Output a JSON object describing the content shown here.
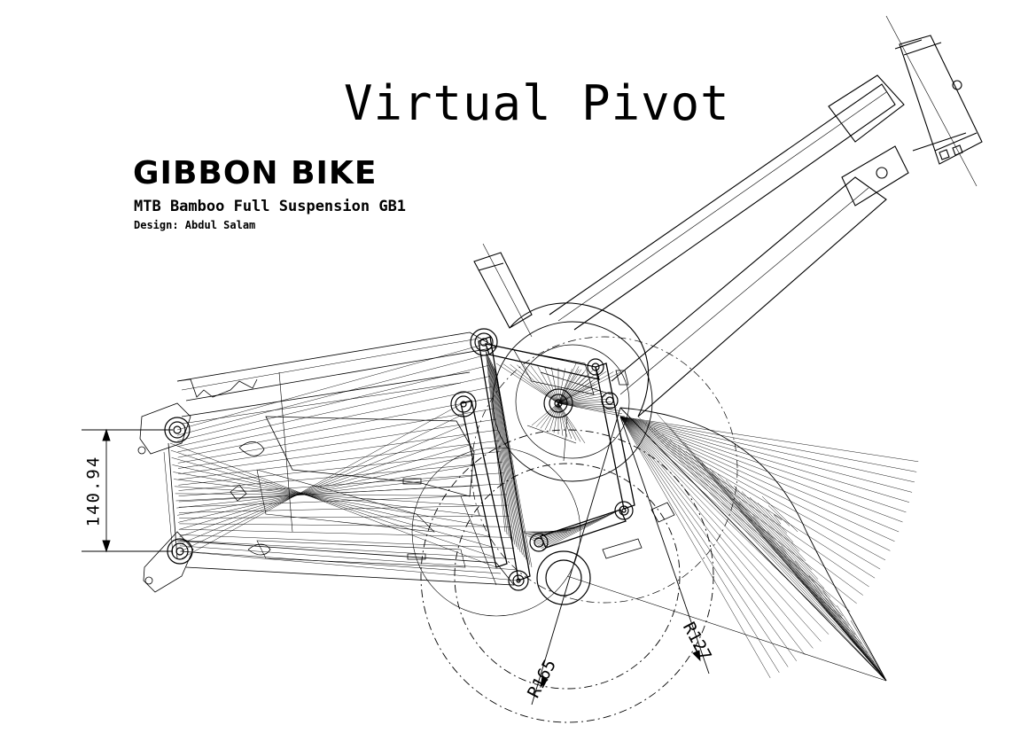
{
  "header": {
    "title": "Virtual Pivot",
    "brand": "GIBBON BIKE",
    "model": "MTB Bamboo Full Suspension GB1",
    "designer": "Design: Abdul Salam"
  },
  "dimensions": {
    "axle_spacing": "140.94",
    "radius_large": "R165",
    "radius_small": "R127"
  },
  "colors": {
    "line": "#000000",
    "background": "#ffffff"
  }
}
